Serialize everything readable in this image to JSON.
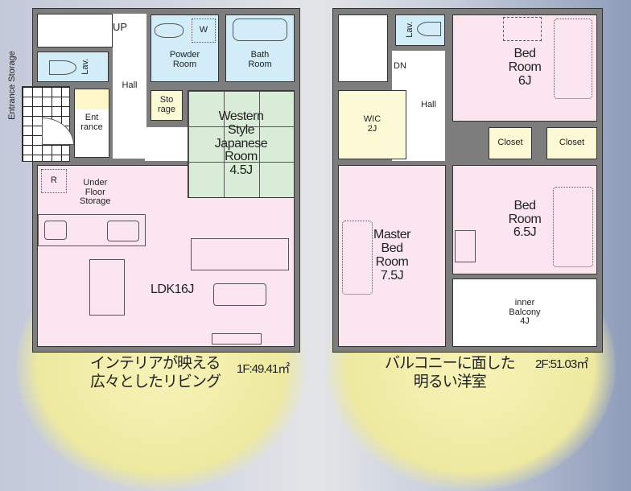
{
  "floor1": {
    "side_label": "Entrance Storage",
    "rooms": {
      "up": "UP",
      "lav": "Lav.",
      "hall": "Hall",
      "powder": [
        "Powder",
        "Room"
      ],
      "washer": "W",
      "bath": [
        "Bath",
        "Room"
      ],
      "storage": [
        "Sto",
        "rage"
      ],
      "entrance": [
        "Ent",
        "rance"
      ],
      "japanese": [
        "Western",
        "Style",
        "Japanese",
        "Room",
        "4.5J"
      ],
      "fridge": "R",
      "underfloor": [
        "Under",
        "Floor",
        "Storage"
      ],
      "ldk": "LDK16J"
    },
    "caption": [
      "インテリアが映える",
      "広々としたリビング"
    ],
    "area": "1F:49.41㎡"
  },
  "floor2": {
    "rooms": {
      "lav": "Lav.",
      "dn": "DN",
      "hall": "Hall",
      "wic": [
        "WIC",
        "2J"
      ],
      "bed1": [
        "Bed",
        "Room",
        "6J"
      ],
      "closet1": "Closet",
      "closet2": "Closet",
      "master": [
        "Master",
        "Bed",
        "Room",
        "7.5J"
      ],
      "bed2": [
        "Bed",
        "Room",
        "6.5J"
      ],
      "balcony": [
        "inner",
        "Balcony",
        "4J"
      ]
    },
    "caption": [
      "バルコニーに面した",
      "明るい洋室"
    ],
    "area": "2F:51.03㎡"
  }
}
